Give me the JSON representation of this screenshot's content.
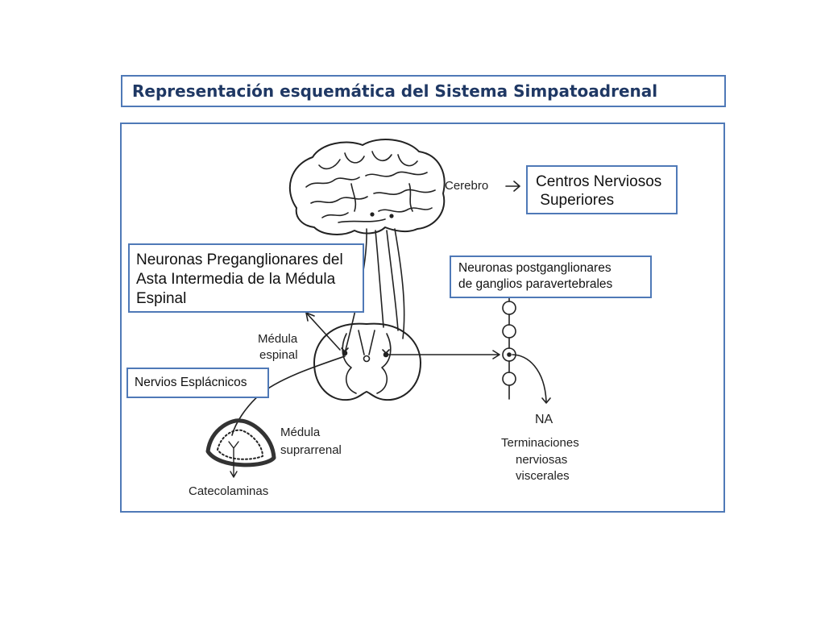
{
  "title": "Representación esquemática del Sistema Simpatoadrenal",
  "callouts": {
    "centros": "Centros Nerviosos\n Superiores",
    "preganglionares": [
      "Neuronas Preganglionares del",
      "Asta Intermedia de la Médula",
      "Espinal"
    ],
    "postganglionares": [
      "Neuronas postganglionares",
      "de ganglios paravertebrales"
    ],
    "esplacnicos": "Nervios Esplácnicos"
  },
  "labels": {
    "cerebro": "Cerebro",
    "medula_espinal": [
      "Médula",
      "espinal"
    ],
    "medula_suprarrenal": [
      "Médula",
      "suprarrenal"
    ],
    "catecolaminas": "Catecolaminas",
    "na": "NA",
    "terminaciones": [
      "Terminaciones",
      "nerviosas",
      "viscerales"
    ]
  },
  "colors": {
    "border": "#4f79b7",
    "title": "#1f3864"
  }
}
